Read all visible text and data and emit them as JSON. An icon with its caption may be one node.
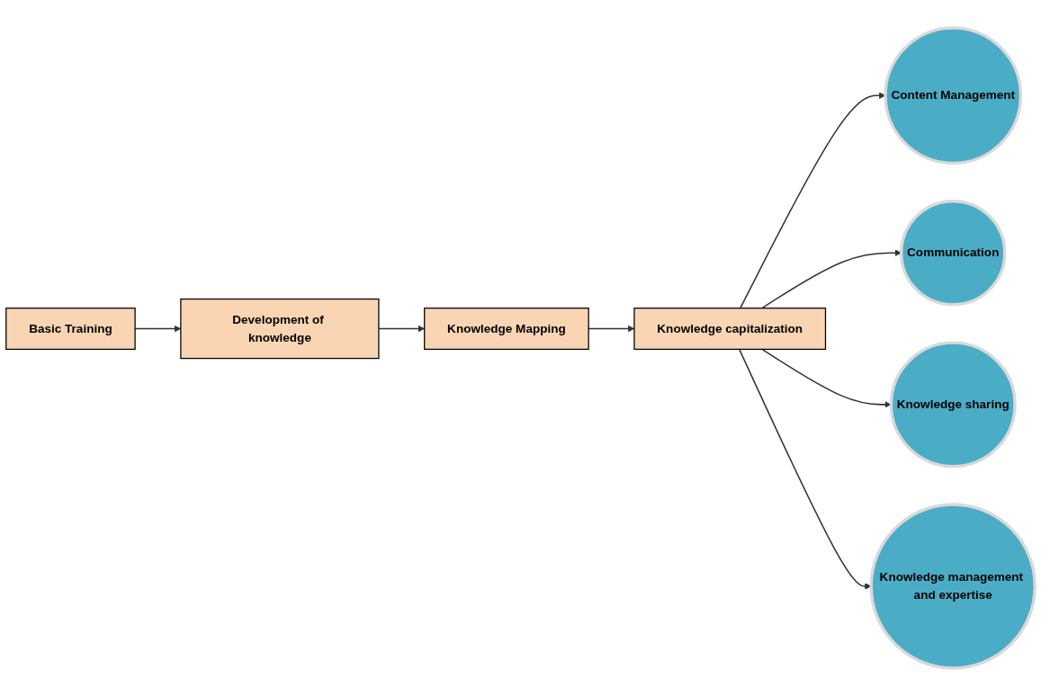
{
  "diagram": {
    "nodes": [
      {
        "text": [
          "Basic Training"
        ]
      },
      {
        "text": [
          "Development of knowledge"
        ]
      },
      {
        "text": [
          "Knowledge Mapping"
        ]
      },
      {
        "text": [
          "Knowledge capitalization"
        ]
      },
      {
        "text": [
          "Content Management"
        ]
      },
      {
        "text": [
          "Communication"
        ]
      },
      {
        "text": [
          "Knowledge sharing"
        ]
      },
      {
        "text": [
          "Knowledge management and expertise"
        ]
      }
    ],
    "edges": [
      {
        "from": 0,
        "to": 1,
        "arrow": "to"
      },
      {
        "from": 1,
        "to": 2,
        "arrow": "to"
      },
      {
        "from": 2,
        "to": 3,
        "arrow": "to"
      },
      {
        "from": 3,
        "to": 4,
        "arrow": "to"
      },
      {
        "from": 3,
        "to": 5,
        "arrow": "to"
      },
      {
        "from": 3,
        "to": 6,
        "arrow": "to"
      },
      {
        "from": 3,
        "to": 7,
        "arrow": "to"
      }
    ]
  }
}
